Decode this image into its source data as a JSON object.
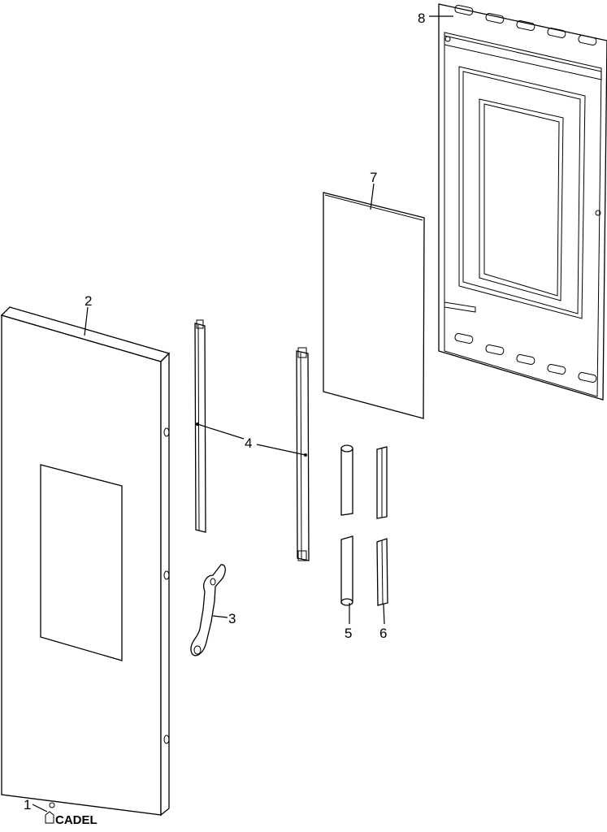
{
  "diagram": {
    "callouts": {
      "c1": "1",
      "c2": "2",
      "c3": "3",
      "c4": "4",
      "c5": "5",
      "c6": "6",
      "c7": "7",
      "c8": "8"
    },
    "logo_text": "CADEL"
  }
}
